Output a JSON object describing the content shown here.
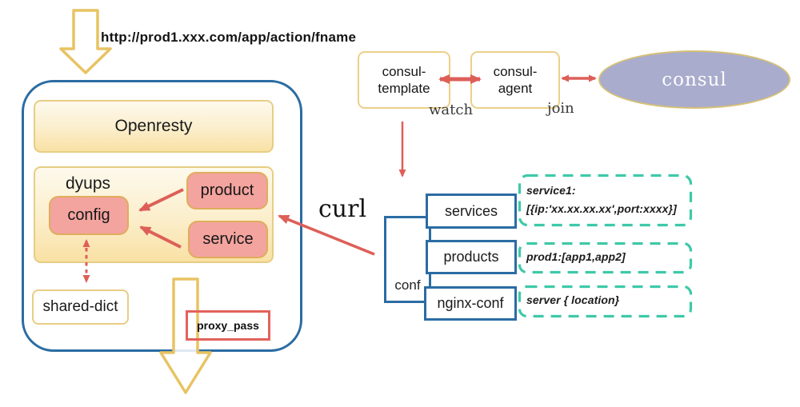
{
  "request": {
    "url": "http://prod1.xxx.com/app/action/fname"
  },
  "openresty": {
    "title": "Openresty",
    "dyups_label": "dyups",
    "config_label": "config",
    "product_label": "product",
    "service_label": "service",
    "shared_dict_label": "shared-dict",
    "proxy_pass_label": "proxy_pass"
  },
  "consul": {
    "template_line1": "consul-",
    "template_line2": "template",
    "agent_line1": "consul-",
    "agent_line2": "agent",
    "server_label": "consul",
    "watch_label": "watch",
    "join_label": "join"
  },
  "curl_label": "curl",
  "conf": {
    "label": "conf",
    "services_key": "services",
    "products_key": "products",
    "nginx_key": "nginx-conf",
    "services_value_line1": "service1:",
    "services_value_line2": "[{ip:'xx.xx.xx.xx',port:xxxx}]",
    "products_value": "prod1:[app1,app2]",
    "nginx_value": "server { location}"
  },
  "colors": {
    "main_border_blue": "#2b6ca3",
    "arrow_red": "#dd5f58",
    "arrow_yellow_border": "#e8c363",
    "cream_fill_top": "#fdf9ec",
    "cream_fill_bottom": "#f9e1a4",
    "cream_border": "#e7cd84",
    "pink_fill": "#f3a49f",
    "teal_dashed": "#3ec9a8",
    "consul_purple": "#a9accd",
    "proxy_pass_red": "#e2625c"
  }
}
